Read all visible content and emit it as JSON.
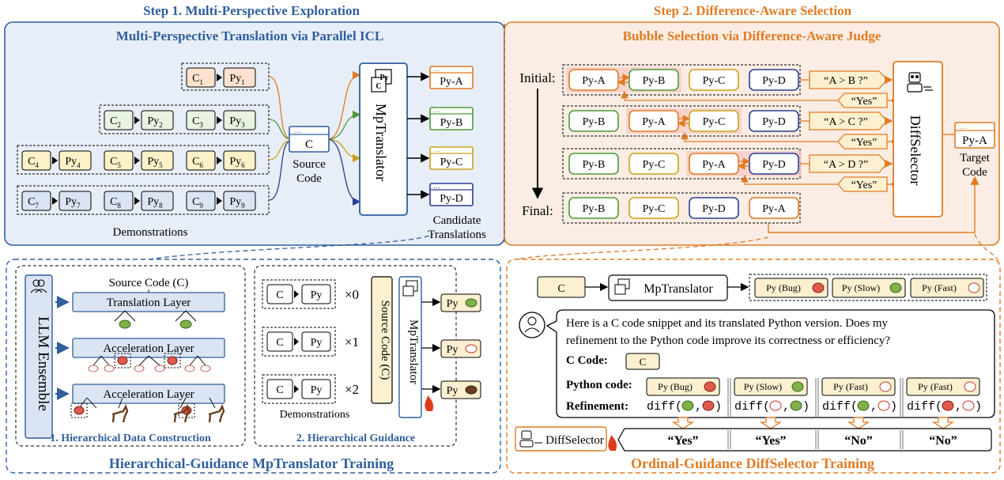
{
  "step1": {
    "title": "Step 1. Multi-Perspective Exploration",
    "panel_title": "Multi-Perspective Translation via Parallel ICL",
    "demo_pairs": [
      {
        "c_sub": "1",
        "py_sub": "1",
        "color": "orange"
      },
      {
        "c_sub": "2",
        "py_sub": "2",
        "color": "green"
      },
      {
        "c_sub": "3",
        "py_sub": "3",
        "color": "green"
      },
      {
        "c_sub": "4",
        "py_sub": "4",
        "color": "yellow"
      },
      {
        "c_sub": "5",
        "py_sub": "5",
        "color": "yellow"
      },
      {
        "c_sub": "6",
        "py_sub": "6",
        "color": "yellow"
      },
      {
        "c_sub": "7",
        "py_sub": "7",
        "color": "blue"
      },
      {
        "c_sub": "8",
        "py_sub": "8",
        "color": "blue"
      },
      {
        "c_sub": "9",
        "py_sub": "9",
        "color": "blue"
      }
    ],
    "c_letter": "C",
    "py_letters": "Py",
    "demonstrations_label": "Demonstrations",
    "source_code_box": "C",
    "source_code_label_1": "Source",
    "source_code_label_2": "Code",
    "mptranslator_label": "MpTranslator",
    "icon_py": "Py",
    "icon_c": "C",
    "candidates": [
      "Py-A",
      "Py-B",
      "Py-C",
      "Py-D"
    ],
    "candidate_label_1": "Candidate",
    "candidate_label_2": "Translations"
  },
  "step2": {
    "title": "Step 2. Difference-Aware Selection",
    "panel_title": "Bubble Selection via Difference-Aware Judge",
    "initial_label": "Initial:",
    "final_label": "Final:",
    "rows": [
      [
        "Py-A",
        "Py-B",
        "Py-C",
        "Py-D"
      ],
      [
        "Py-B",
        "Py-A",
        "Py-C",
        "Py-D"
      ],
      [
        "Py-B",
        "Py-C",
        "Py-A",
        "Py-D"
      ],
      [
        "Py-B",
        "Py-C",
        "Py-D",
        "Py-A"
      ]
    ],
    "questions": [
      "“A > B ?”",
      "“A > C ?”",
      "“A > D ?”"
    ],
    "yes_labels": [
      "“Yes”",
      "“Yes”",
      "“Yes”"
    ],
    "diffselector_label": "DiffSelector",
    "target_box": "Py-A",
    "target_label_1": "Target",
    "target_label_2": "Code"
  },
  "bottom_left": {
    "title": "Hierarchical-Guidance MpTranslator Training",
    "llm_ensemble": "LLM Ensemble",
    "source_code_c": "Source Code (C)",
    "layers": [
      "Translation Layer",
      "Acceleration Layer",
      "Acceleration Layer"
    ],
    "sub1_caption": "1. Hierarchical Data Construction",
    "sub2_caption": "2. Hierarchical Guidance",
    "multipliers": [
      "×0",
      "×1",
      "×2"
    ],
    "c_box": "C",
    "py_box": "Py",
    "vertical_source": "Source Code (C)",
    "vertical_mp": "MpTranslator",
    "out_py": "Py",
    "demonstrations_label": "Demonstrations"
  },
  "bottom_right": {
    "title": "Ordinal-Guidance DiffSelector Training",
    "c_box": "C",
    "mptranslator_label": "MpTranslator",
    "outputs": [
      "Py (Bug)",
      "Py (Slow)",
      "Py (Fast)"
    ],
    "prompt_line1": "Here is a C code snippet and its translated Python version. Does my",
    "prompt_line2": "refinement to the Python code improve its correctness or efficiency?",
    "c_code_label": "C Code:",
    "c_code_box": "C",
    "python_code_label": "Python code:",
    "python_codes": [
      "Py (Bug)",
      "Py (Slow)",
      "Py (Fast)",
      "Py (Fast)"
    ],
    "refinement_label": "Refinement:",
    "diff_word": "diff",
    "diffselector_label": "DiffSelector",
    "answers": [
      "“Yes”",
      "“Yes”",
      "“No”",
      "“No”"
    ]
  },
  "colors": {
    "blue": "#2f5f9e",
    "orange": "#e07b24",
    "green": "#4f9a3a",
    "yellow": "#c9a21b",
    "navy": "#2a3f8f",
    "blue_bg": "#e8eef7",
    "orange_bg": "#fbede3",
    "cream": "#fdf0d0",
    "box_orange_fill": "#fde3cf",
    "box_green_fill": "#e9f3e1",
    "box_yellow_fill": "#fdf1c8",
    "box_blue_fill": "#dbe4f2"
  }
}
